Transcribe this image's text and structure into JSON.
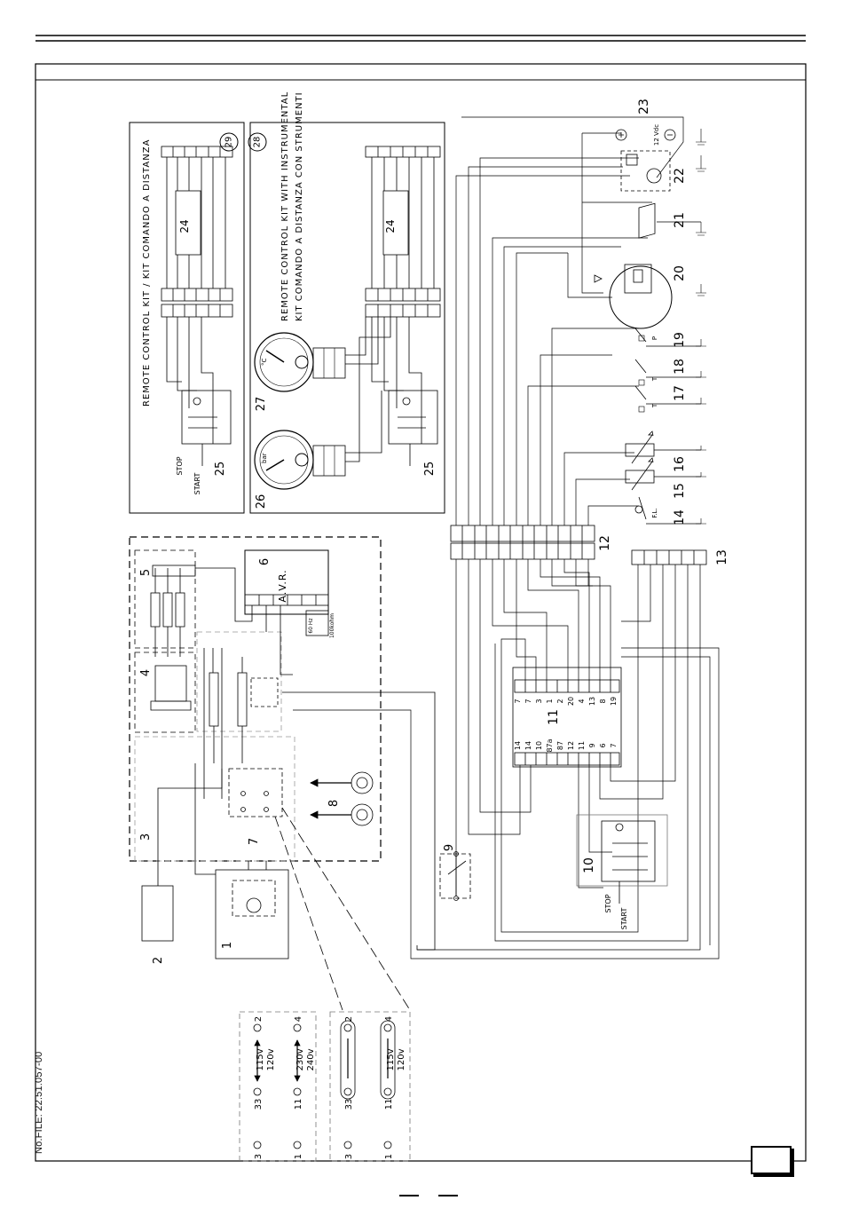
{
  "document": {
    "file_number": "No.FILE: 22.51.057-00",
    "page_number": ""
  },
  "kit_29": {
    "badge": "29",
    "title_en": "REMOTE CONTROL KIT / KIT COMANDO A DISTANZA",
    "cable_label": "24",
    "panel_label": "25",
    "stop": "STOP",
    "start": "START"
  },
  "kit_28": {
    "badge": "28",
    "title_en": "REMOTE CONTROL KIT WITH INSTRUMENTAL",
    "title_it": "KIT COMANDO A DISTANZA CON STRUMENTI",
    "cable_label": "24",
    "panel_label": "25",
    "gauge_26_label": "26",
    "gauge_27_label": "27",
    "gauge_26_unit": "bar",
    "gauge_27_unit": "°C"
  },
  "generator": {
    "label_1": "1",
    "label_2": "2",
    "label_3": "3",
    "label_4": "4",
    "label_5": "5",
    "label_6": "6",
    "label_7": "7",
    "label_8": "8",
    "avr": "A.V.R.",
    "hz_text": "60 Hz",
    "kohm_text": "100kohm"
  },
  "control": {
    "label_9": "9",
    "label_10": "10",
    "label_11": "11",
    "label_12": "12",
    "label_13": "13",
    "label_14": "14",
    "label_15": "15",
    "label_16": "16",
    "label_17": "17",
    "label_18": "18",
    "label_19": "19",
    "label_20": "20",
    "label_21": "21",
    "label_22": "22",
    "label_23": "23",
    "stop": "STOP",
    "start": "START",
    "fl": "F.L.",
    "t": "T",
    "p": "P",
    "battery": "12 Vdc",
    "relay_left": [
      "14",
      "14",
      "10",
      "87a",
      "87",
      "12",
      "11",
      "9",
      "6",
      "7"
    ],
    "relay_right": [
      "7",
      "7",
      "3",
      "1",
      "2",
      "20",
      "4",
      "13",
      "8",
      "19"
    ]
  },
  "voltage_config": {
    "upper": {
      "v115": "115v",
      "v120": "120v",
      "v230": "230v",
      "v240": "240v"
    },
    "lower": {
      "v115": "115v",
      "v120": "120v"
    },
    "terminals": {
      "t1": "1",
      "t11": "11",
      "t3": "3",
      "t33": "33",
      "t2": "2",
      "t4": "4"
    }
  }
}
